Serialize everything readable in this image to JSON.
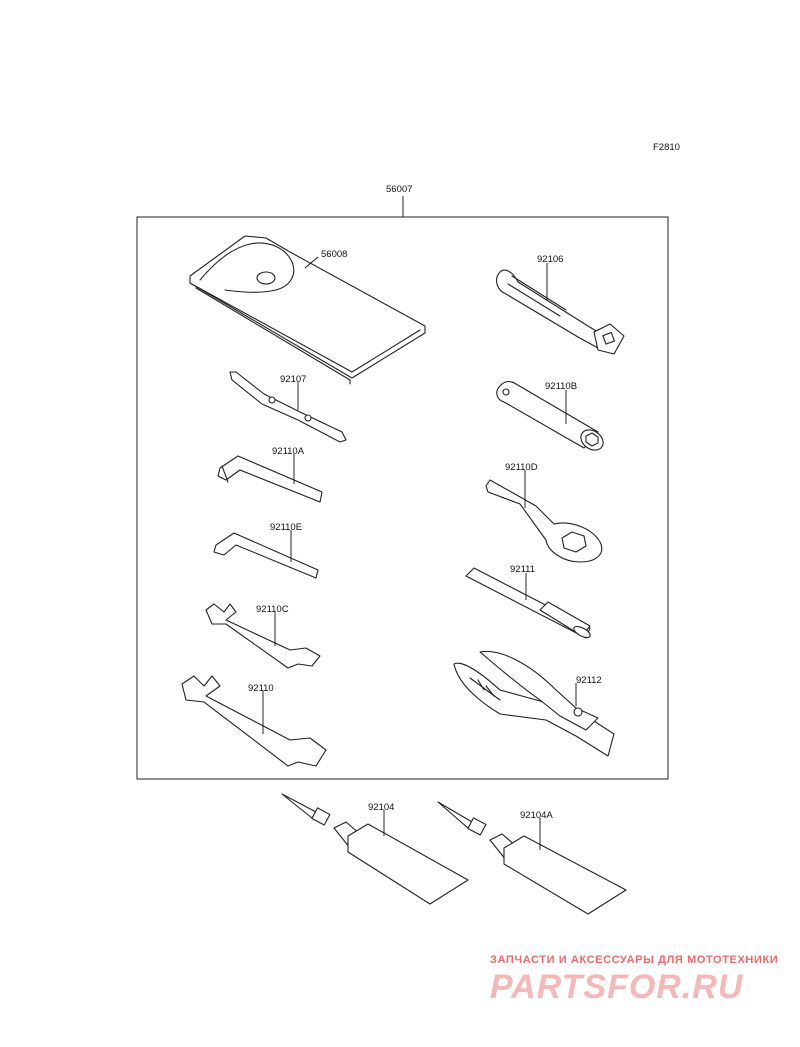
{
  "diagram": {
    "figure_code": "F2810",
    "kit_part": "56007",
    "parts": [
      {
        "id": "p56008",
        "number": "56008"
      },
      {
        "id": "p92106",
        "number": "92106"
      },
      {
        "id": "p92107",
        "number": "92107"
      },
      {
        "id": "p92110B",
        "number": "92110B"
      },
      {
        "id": "p92110A",
        "number": "92110A"
      },
      {
        "id": "p92110D",
        "number": "92110D"
      },
      {
        "id": "p92110E",
        "number": "92110E"
      },
      {
        "id": "p92111",
        "number": "92111"
      },
      {
        "id": "p92110C",
        "number": "92110C"
      },
      {
        "id": "p92112",
        "number": "92112"
      },
      {
        "id": "p92110",
        "number": "92110"
      },
      {
        "id": "p92104",
        "number": "92104"
      },
      {
        "id": "p92104A",
        "number": "92104A"
      }
    ]
  },
  "watermark": {
    "tagline": "ЗАПЧАСТИ И АКСЕССУАРЫ ДЛЯ МОТОТЕХНИКИ",
    "brand": "PARTSFOR.RU"
  }
}
